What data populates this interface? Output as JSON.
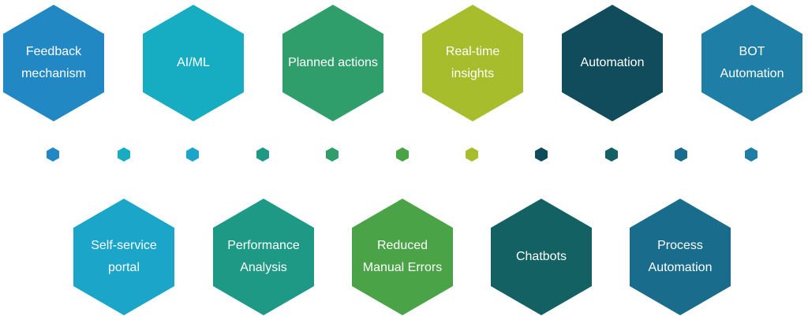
{
  "top_row": [
    {
      "label": "Feedback mechanism",
      "color": "#2288c4"
    },
    {
      "label": "AI/ML",
      "color": "#16adc2"
    },
    {
      "label": "Planned actions",
      "color": "#2f9e6b"
    },
    {
      "label": "Real-time insights",
      "color": "#a8bd2b"
    },
    {
      "label": "Automation",
      "color": "#114c5c"
    },
    {
      "label": "BOT Automation",
      "color": "#1e7ea6"
    }
  ],
  "bottom_row": [
    {
      "label": "Self-service portal",
      "color": "#1ba6c9"
    },
    {
      "label": "Performance Analysis",
      "color": "#1e9985"
    },
    {
      "label": "Reduced Manual Errors",
      "color": "#4aa447"
    },
    {
      "label": "Chatbots",
      "color": "#136163"
    },
    {
      "label": "Process Automation",
      "color": "#1a6c8c"
    }
  ],
  "connector_dots": [
    {
      "color": "#2288c4"
    },
    {
      "color": "#16adc2"
    },
    {
      "color": "#1ba6c9"
    },
    {
      "color": "#1e9985"
    },
    {
      "color": "#2f9e6b"
    },
    {
      "color": "#4aa447"
    },
    {
      "color": "#a8bd2b"
    },
    {
      "color": "#114c5c"
    },
    {
      "color": "#136163"
    },
    {
      "color": "#1a6c8c"
    },
    {
      "color": "#1e7ea6"
    }
  ]
}
